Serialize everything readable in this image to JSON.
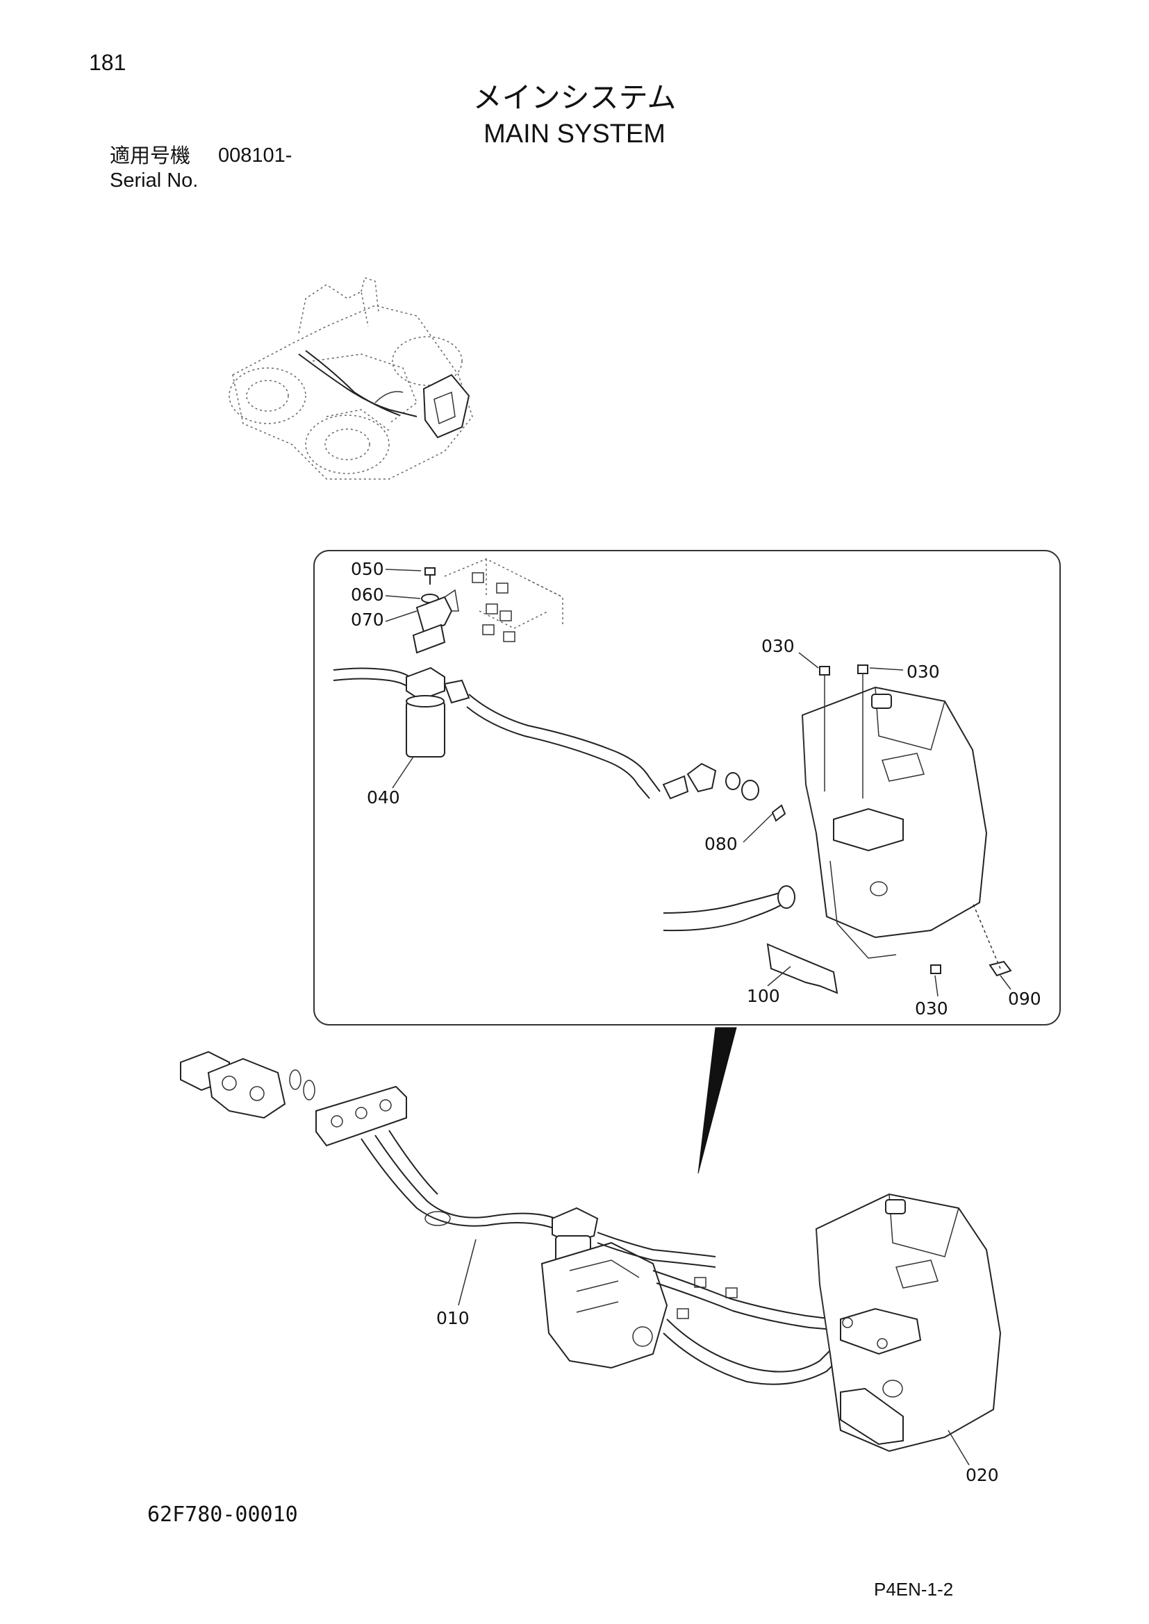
{
  "header": {
    "page_number": "181",
    "title_jp": "メインシステム",
    "title_en": "MAIN SYSTEM",
    "serial_label_jp": "適用号機",
    "serial_value": "008101-",
    "serial_label_en": "Serial No."
  },
  "footer": {
    "drawing_number": "62F780-00010",
    "page_code": "P4EN-1-2"
  },
  "part_labels": {
    "p050": "050",
    "p060": "060",
    "p070": "070",
    "p040": "040",
    "p030_a": "030",
    "p030_b": "030",
    "p030_c": "030",
    "p080": "080",
    "p100": "100",
    "p090": "090",
    "p010": "010",
    "p020": "020"
  }
}
